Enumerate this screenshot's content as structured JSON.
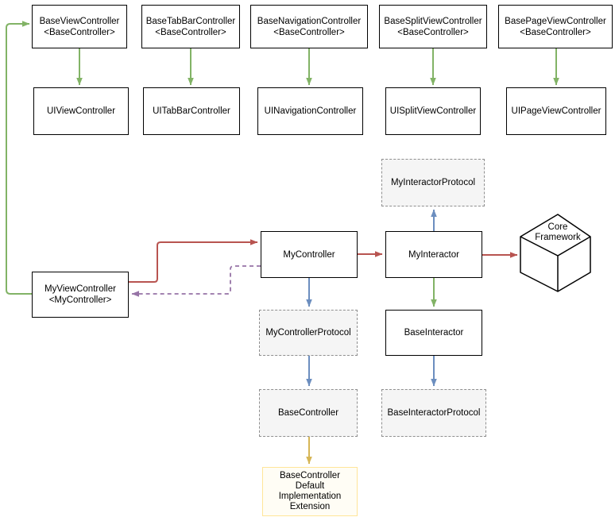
{
  "diagram": {
    "colors": {
      "arrow_green": "#82b366",
      "arrow_red": "#b85450",
      "arrow_blue": "#6c8ebf",
      "arrow_purple": "#9673a6",
      "arrow_gold": "#d6b656",
      "node_border": "#000000",
      "protocol_border": "#8f8f8f",
      "protocol_fill": "#f5f5f5",
      "extension_border": "#ffe599"
    },
    "nodes": {
      "base_view_controller": {
        "label": "BaseViewController\n<BaseController>"
      },
      "base_tab_bar_controller": {
        "label": "BaseTabBarController\n<BaseController>"
      },
      "base_navigation_controller": {
        "label": "BaseNavigationController\n<BaseController>"
      },
      "base_split_view_controller": {
        "label": "BaseSplitViewController\n<BaseController>"
      },
      "base_page_view_controller": {
        "label": "BasePageViewController\n<BaseController>"
      },
      "ui_view_controller": {
        "label": "UIViewController"
      },
      "ui_tab_bar_controller": {
        "label": "UITabBarController"
      },
      "ui_navigation_controller": {
        "label": "UINavigationController"
      },
      "ui_split_view_controller": {
        "label": "UISplitViewController"
      },
      "ui_page_view_controller": {
        "label": "UIPageViewController"
      },
      "my_interactor_protocol": {
        "label": "MyInteractorProtocol"
      },
      "my_controller": {
        "label": "MyController"
      },
      "my_interactor": {
        "label": "MyInteractor"
      },
      "core_framework": {
        "label": "Core\nFramework"
      },
      "my_view_controller": {
        "label": "MyViewController\n<MyController>"
      },
      "my_controller_protocol": {
        "label": "MyControllerProtocol"
      },
      "base_interactor": {
        "label": "BaseInteractor"
      },
      "base_controller": {
        "label": "BaseController"
      },
      "base_interactor_protocol": {
        "label": "BaseInteractorProtocol"
      },
      "base_controller_extension": {
        "label": "BaseController\nDefault\nImplementation\nExtension"
      }
    }
  }
}
